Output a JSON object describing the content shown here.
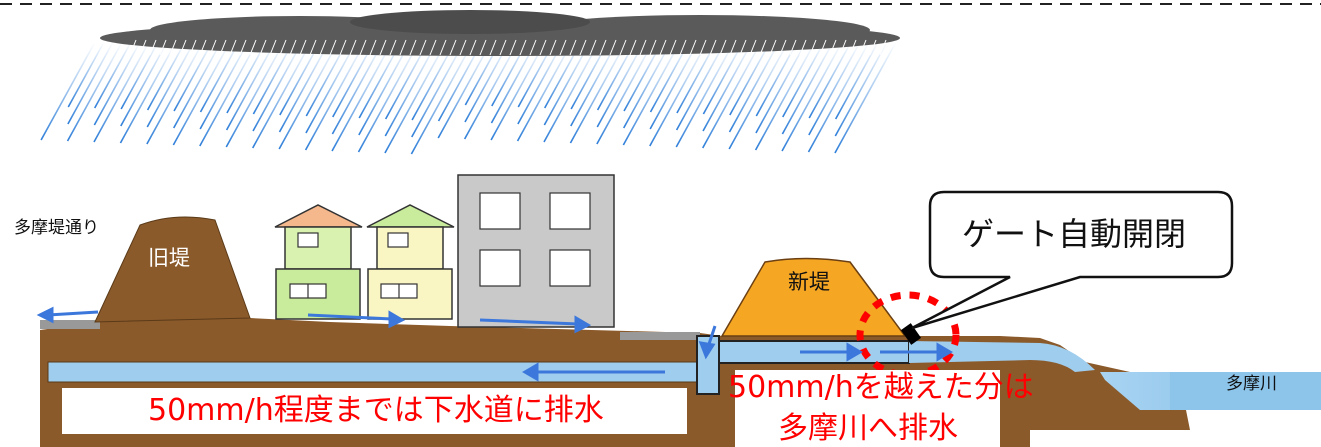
{
  "labels": {
    "tama_levee_road": "多摩堤通り",
    "old_levee": "旧堤",
    "new_levee": "新堤",
    "gate": "ゲート自動開閉",
    "tama_river": "多摩川",
    "sewer_drain": "50mm/h程度までは下水道に排水",
    "overflow_line1": "50mm/hを越えた分は",
    "overflow_line2": "多摩川へ排水"
  },
  "colors": {
    "ground": "#8b5a2b",
    "levee_new": "#f5a623",
    "water": "#8cc4ea",
    "cloud": "#555555",
    "rain": "#3a86d8",
    "arrow": "#3c78dc",
    "highlight": "#ff0000"
  }
}
